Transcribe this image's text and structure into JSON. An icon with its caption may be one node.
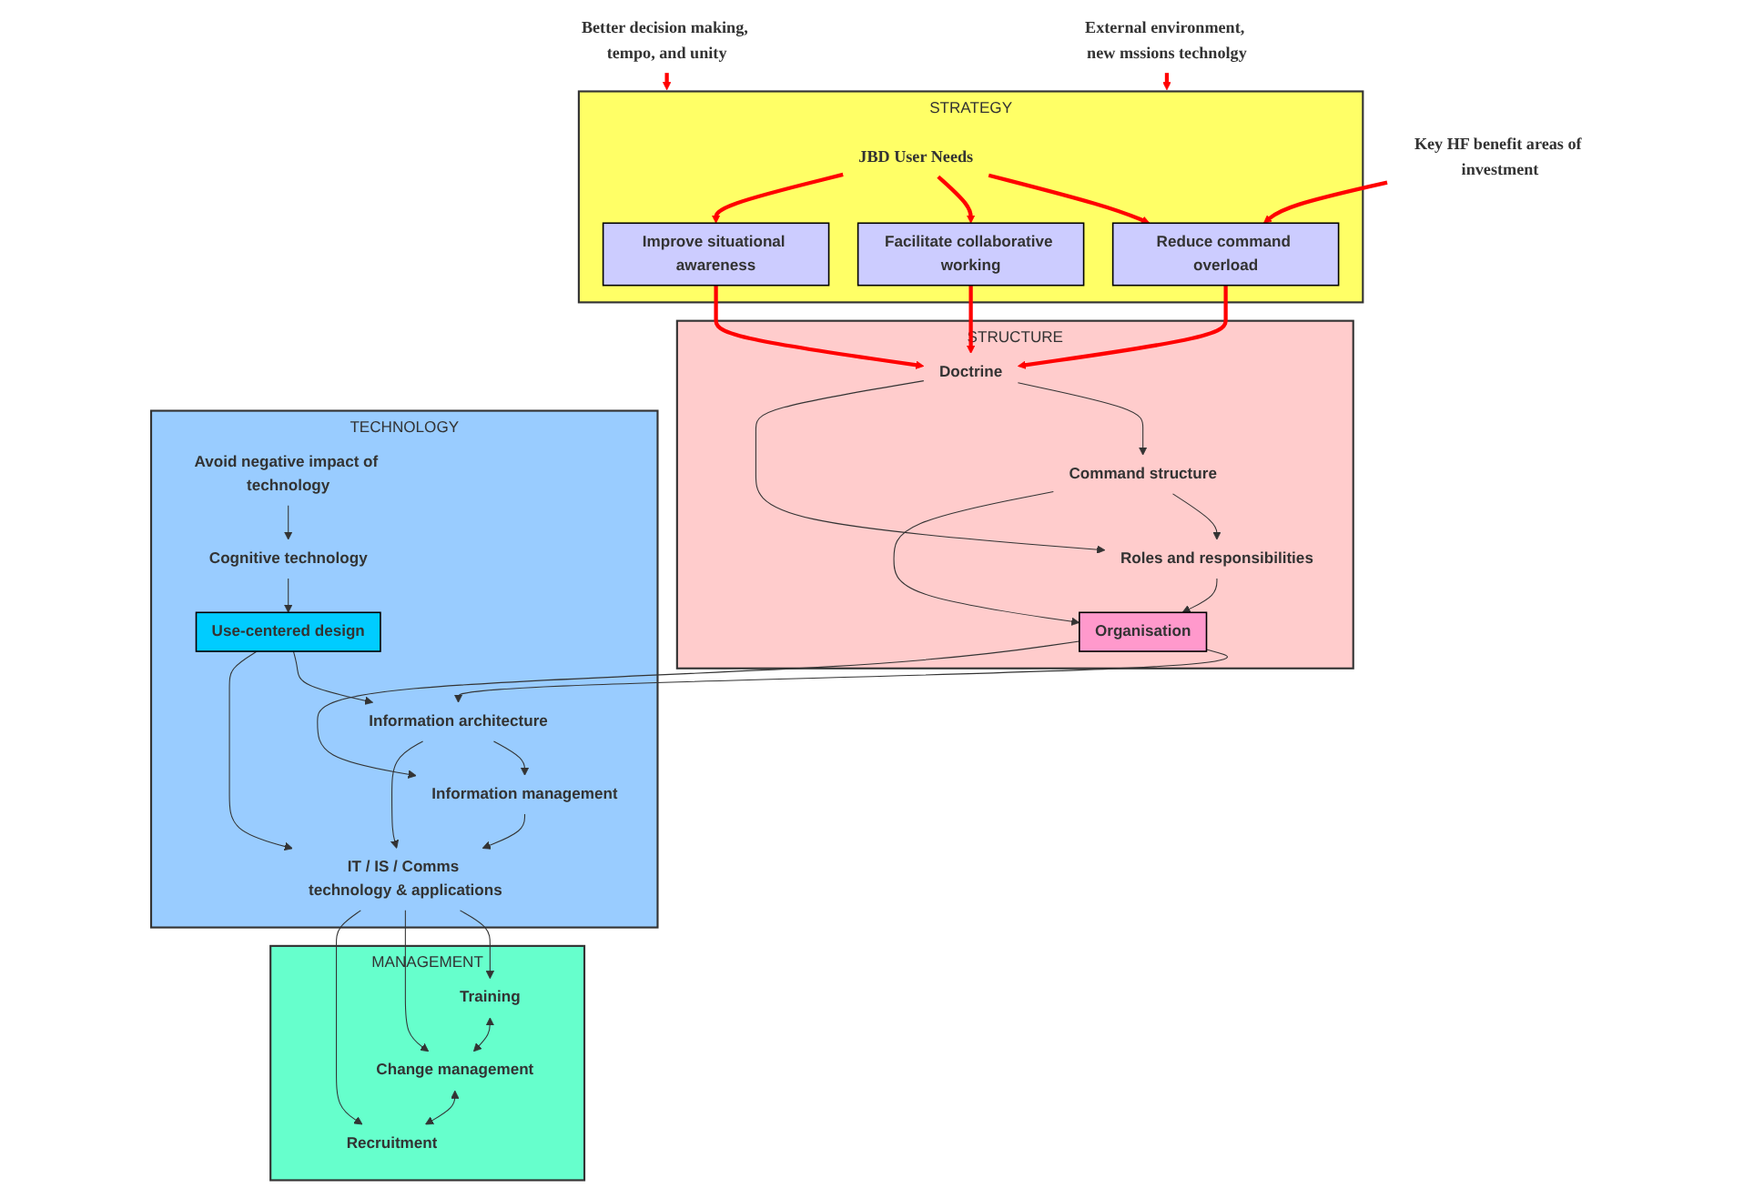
{
  "diagram": {
    "nodes": [
      {
        "text": [
          "STRATEGY"
        ]
      },
      {
        "text": [
          "JBD User Needs"
        ],
        "in": 0
      },
      {
        "text": [
          "Reduce command overload"
        ],
        "in": 0
      },
      {
        "text": [
          "Facilitate collaborative working"
        ],
        "in": 0
      },
      {
        "text": [
          "Improve situational awareness"
        ],
        "in": 0
      },
      {
        "text": [
          "External environment, new mssions technolgy"
        ]
      },
      {
        "text": [
          "Key HF benefit areas of investment"
        ]
      },
      {
        "text": [
          "Better decision making, tempo, and unity"
        ]
      },
      {
        "text": [
          "STRUCTURE"
        ]
      },
      {
        "text": [
          "Doctrine"
        ],
        "in": 8
      },
      {
        "text": [
          "Command structure"
        ],
        "in": 8
      },
      {
        "text": [
          "Roles and responsibilities"
        ],
        "in": 8
      },
      {
        "text": [
          "Organisation"
        ],
        "in": 8
      },
      {
        "text": [
          "TECHNOLOGY"
        ]
      },
      {
        "text": [
          "Avoid negative impact of technology"
        ],
        "in": 13
      },
      {
        "text": [
          "Information architecture"
        ],
        "in": 13
      },
      {
        "text": [
          "Information management"
        ],
        "in": 13
      },
      {
        "text": [
          "Cognitive technology"
        ],
        "in": 13
      },
      {
        "text": [
          "Use-centered design"
        ],
        "in": 13
      },
      {
        "text": [
          "IT / IS / Comms technology & applications"
        ],
        "in": 13
      },
      {
        "text": [
          "MANAGEMENT"
        ]
      },
      {
        "text": [
          "Training"
        ],
        "in": 20
      },
      {
        "text": [
          "Change management"
        ],
        "in": 20
      },
      {
        "text": [
          "Recruitment"
        ],
        "in": 20
      }
    ],
    "edges": [
      {
        "from": 5,
        "to": 0,
        "arrow": "to",
        "style": "thick",
        "color": "#ff0000"
      },
      {
        "from": 1,
        "to": 2,
        "arrow": "to",
        "style": "thick",
        "color": "#ff0000"
      },
      {
        "from": 1,
        "to": 3,
        "arrow": "to",
        "style": "thick",
        "color": "#ff0000"
      },
      {
        "from": 1,
        "to": 4,
        "arrow": "to",
        "style": "thick",
        "color": "#ff0000"
      },
      {
        "from": 6,
        "to": 2,
        "arrow": "to",
        "style": "thick",
        "color": "#ff0000"
      },
      {
        "from": 7,
        "to": 0,
        "arrow": "to",
        "style": "thick",
        "color": "#ff0000"
      },
      {
        "from": 2,
        "to": 9,
        "arrow": "to",
        "style": "thick",
        "color": "#ff0000"
      },
      {
        "from": 3,
        "to": 9,
        "arrow": "to",
        "style": "thick",
        "color": "#ff0000"
      },
      {
        "from": 4,
        "to": 9,
        "arrow": "to",
        "style": "thick",
        "color": "#ff0000"
      },
      {
        "from": 9,
        "to": 10,
        "arrow": "to"
      },
      {
        "from": 9,
        "to": 11,
        "arrow": "to"
      },
      {
        "from": 10,
        "to": 11,
        "arrow": "to"
      },
      {
        "from": 10,
        "to": 12,
        "arrow": "to"
      },
      {
        "from": 11,
        "to": 12,
        "arrow": "to"
      },
      {
        "from": 12,
        "to": 15,
        "arrow": "to"
      },
      {
        "from": 12,
        "to": 16,
        "arrow": "to"
      },
      {
        "from": 14,
        "to": 17,
        "arrow": "to"
      },
      {
        "from": 17,
        "to": 18,
        "arrow": "to"
      },
      {
        "from": 18,
        "to": 15,
        "arrow": "to"
      },
      {
        "from": 15,
        "to": 16,
        "arrow": "to"
      },
      {
        "from": 18,
        "to": 19,
        "arrow": "to"
      },
      {
        "from": 15,
        "to": 19,
        "arrow": "to"
      },
      {
        "from": 16,
        "to": 19,
        "arrow": "to"
      },
      {
        "from": 19,
        "to": 21,
        "arrow": "to"
      },
      {
        "from": 19,
        "to": 22,
        "arrow": "to"
      },
      {
        "from": 19,
        "to": 23,
        "arrow": "to"
      },
      {
        "from": 21,
        "to": 22,
        "arrow": "both"
      },
      {
        "from": 22,
        "to": 23,
        "arrow": "both"
      }
    ]
  }
}
